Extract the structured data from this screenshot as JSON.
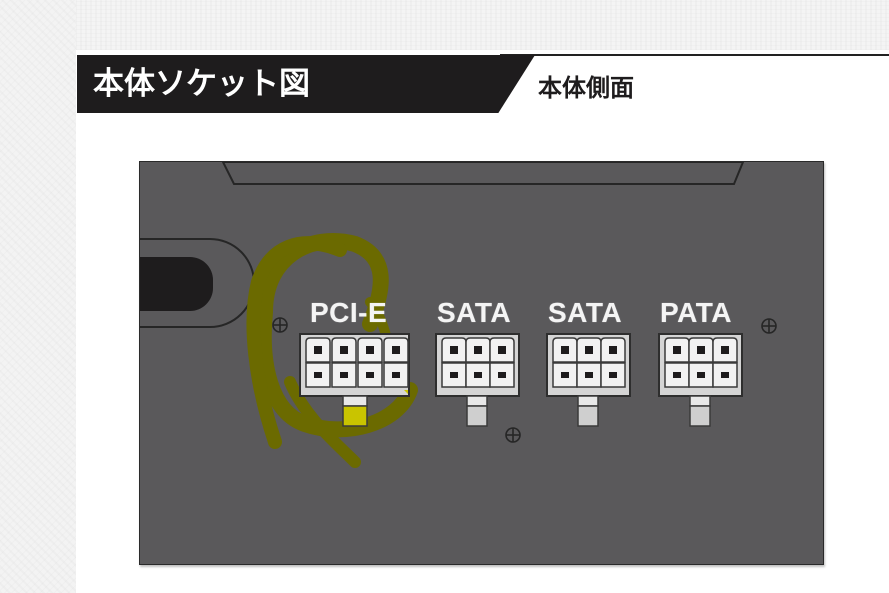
{
  "header": {
    "title": "本体ソケット図",
    "subtitle": "本体側面"
  },
  "panel": {
    "background_color": "#5a595b",
    "ports": [
      {
        "label": "PCI-E",
        "pins": 8,
        "columns": 4,
        "highlighted": true
      },
      {
        "label": "SATA",
        "pins": 6,
        "columns": 3,
        "highlighted": false
      },
      {
        "label": "SATA",
        "pins": 6,
        "columns": 3,
        "highlighted": false
      },
      {
        "label": "PATA",
        "pins": 6,
        "columns": 3,
        "highlighted": false
      }
    ],
    "screws": 3,
    "annotation": {
      "type": "hand-drawn circle",
      "target": "PCI-E",
      "color": "#6b6a00",
      "tab_color": "#c9c400"
    }
  },
  "colors": {
    "header_black": "#1e1c1d",
    "connector_white": "#e8e8e8",
    "panel_gray": "#5a595b"
  }
}
